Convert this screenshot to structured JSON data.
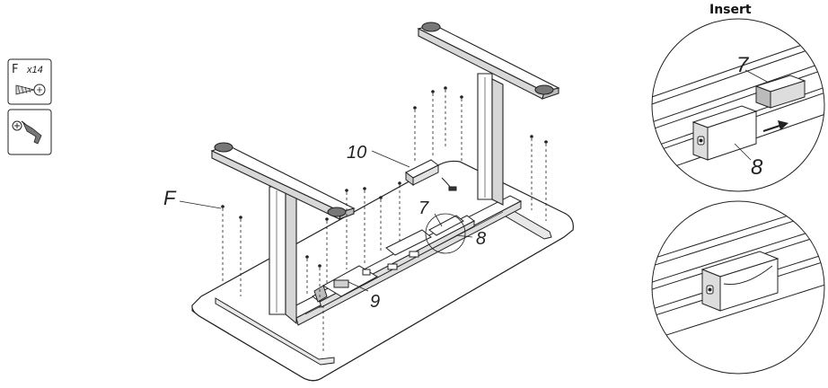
{
  "parts_panel": {
    "screw_letter": "F",
    "screw_qty": "x14"
  },
  "inset": {
    "title": "Insert"
  },
  "callouts": {
    "main": {
      "f": "F",
      "ten": "10",
      "seven": "7",
      "eight": "8",
      "nine": "9"
    },
    "inset_top": {
      "seven": "7",
      "eight": "8"
    }
  },
  "icons": [
    "screw-icon",
    "screwdriver-icon",
    "arrow-right-icon"
  ],
  "colors": {
    "line": "#222222",
    "fill": "#ffffff",
    "shade": "#cfcfcf"
  }
}
